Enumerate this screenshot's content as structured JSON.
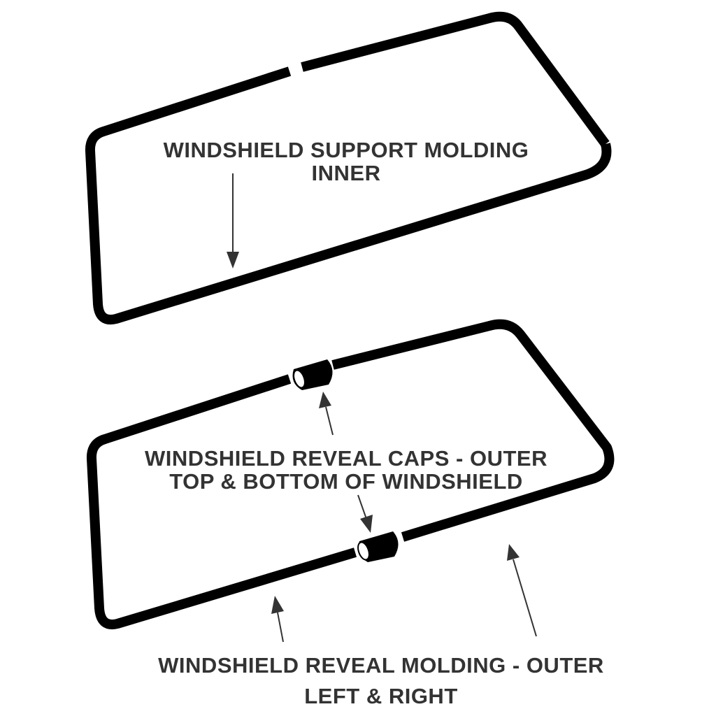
{
  "upper_part": {
    "label_line1": "WINDSHIELD SUPPORT MOLDING",
    "label_line2": "INNER"
  },
  "caps_part": {
    "label_line1": "WINDSHIELD REVEAL CAPS - OUTER",
    "label_line2": "TOP & BOTTOM OF WINDSHIELD"
  },
  "outer_part": {
    "label_line1": "WINDSHIELD REVEAL MOLDING - OUTER",
    "label_line2": "LEFT & RIGHT"
  }
}
